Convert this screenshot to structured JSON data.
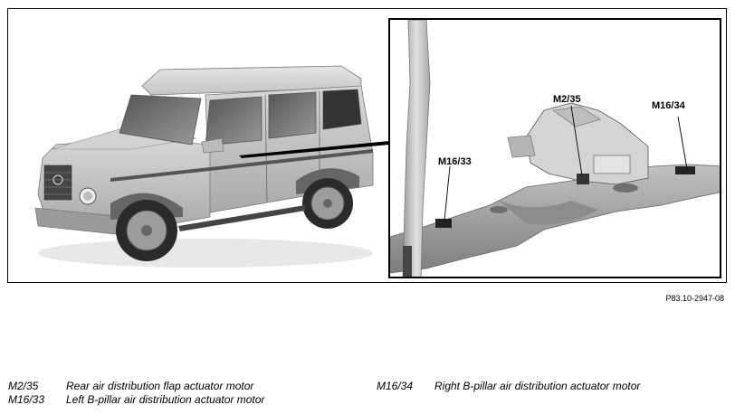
{
  "figure": {
    "callouts": {
      "m2_35": "M2/35",
      "m16_33": "M16/33",
      "m16_34": "M16/34"
    },
    "figure_id": "P83.10-2947-08"
  },
  "legend": [
    {
      "code": "M2/35",
      "description": "Rear air distribution flap actuator motor"
    },
    {
      "code": "M16/33",
      "description": "Left B-pillar air distribution actuator motor"
    },
    {
      "code": "M16/34",
      "description": "Right B-pillar air distribution actuator motor"
    }
  ],
  "icons": {
    "vehicle": "suv-vehicle-illustration",
    "inset": "hvac-component-detail-illustration"
  }
}
